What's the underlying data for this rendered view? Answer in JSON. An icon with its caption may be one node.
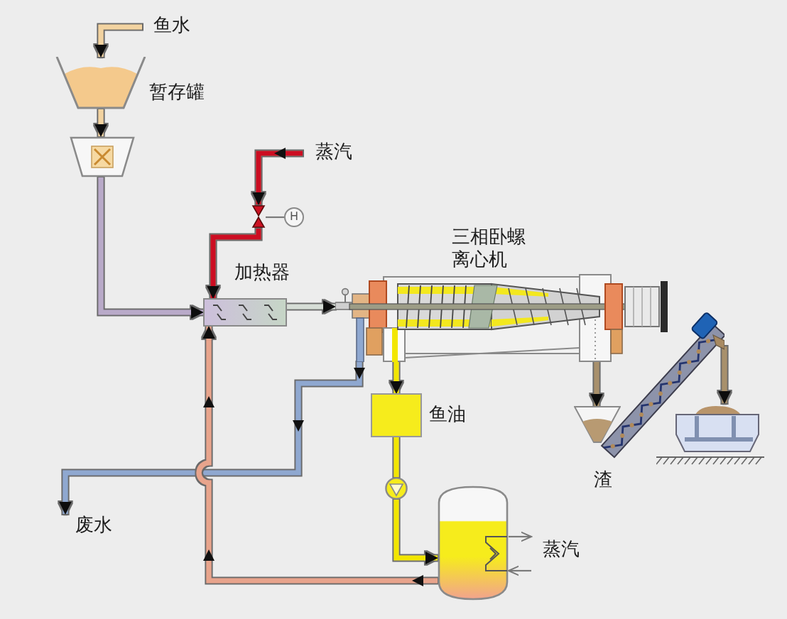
{
  "diagram": {
    "nodes": [
      {
        "text": [
          "鱼水"
        ]
      },
      {
        "text": [
          "暂存罐"
        ]
      },
      {
        "text": [],
        "shape": "trapezoid"
      },
      {
        "text": [
          "蒸汽"
        ]
      },
      {
        "text": [],
        "shape": "valve"
      },
      {
        "text": [
          "H"
        ]
      },
      {
        "text": [
          "加热器"
        ]
      },
      {
        "text": [
          "三相卧螺离心机"
        ]
      },
      {
        "text": [
          "鱼油"
        ]
      },
      {
        "text": [],
        "shape": "circle"
      },
      {
        "text": [],
        "shape": "tank"
      },
      {
        "text": [
          "蒸汽"
        ]
      },
      {
        "text": [
          "废水"
        ]
      },
      {
        "text": [
          "渣"
        ]
      },
      {
        "text": [],
        "shape": "conveyor"
      },
      {
        "text": [],
        "shape": "bin"
      }
    ],
    "edges": [
      {
        "from": 0,
        "to": 1,
        "arrow": "to",
        "color": "#f2d3a0"
      },
      {
        "from": 1,
        "to": 2,
        "arrow": "to",
        "color": "#f2d3a0"
      },
      {
        "from": 2,
        "to": 6,
        "arrow": "to",
        "color": "#b9aac9"
      },
      {
        "from": 3,
        "to": 4,
        "arrow": "to",
        "color": "#cc1122"
      },
      {
        "from": 4,
        "to": 6,
        "arrow": "to",
        "color": "#cc1122"
      },
      {
        "from": 4,
        "to": 5,
        "arrow": "none"
      },
      {
        "from": 6,
        "to": 7,
        "arrow": "to",
        "color": "#d6ddd6"
      },
      {
        "from": 7,
        "to": 12,
        "arrow": "to",
        "color": "#8fa8d0"
      },
      {
        "from": 7,
        "to": 8,
        "arrow": "to",
        "color": "#f2e600"
      },
      {
        "from": 8,
        "to": 9,
        "arrow": "none",
        "color": "#f2e600"
      },
      {
        "from": 9,
        "to": 10,
        "arrow": "to",
        "color": "#f2e600"
      },
      {
        "from": 10,
        "to": 11,
        "arrow": "to"
      },
      {
        "from": 11,
        "to": 10,
        "arrow": "to"
      },
      {
        "from": 10,
        "to": 6,
        "arrow": "to",
        "color": "#e8a48c"
      },
      {
        "from": 7,
        "to": 13,
        "arrow": "to",
        "color": "#a8906c"
      },
      {
        "from": 14,
        "to": 15,
        "arrow": "to",
        "color": "#a8906c"
      }
    ]
  }
}
